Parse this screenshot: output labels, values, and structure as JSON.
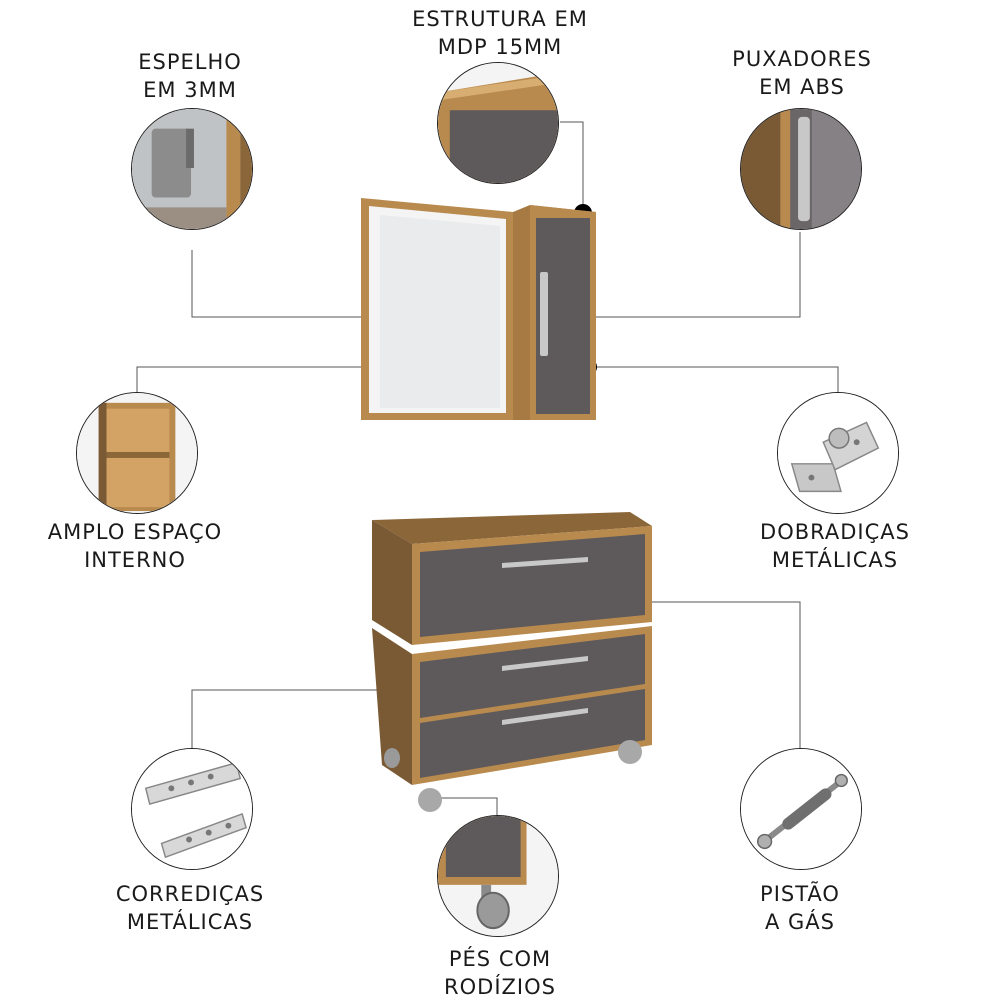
{
  "features": {
    "mirror": {
      "line1": "ESPELHO",
      "line2": "EM 3MM",
      "icon": "mirror-closeup-icon"
    },
    "frame": {
      "line1": "ESTRUTURA EM",
      "line2": "MDP 15MM",
      "icon": "mdp-corner-icon"
    },
    "handles": {
      "line1": "PUXADORES",
      "line2": "EM ABS",
      "icon": "handle-closeup-icon"
    },
    "interior": {
      "line1": "AMPLO ESPAÇO",
      "line2": "INTERNO",
      "icon": "shelf-interior-icon"
    },
    "hinges": {
      "line1": "DOBRADIÇAS",
      "line2": "METÁLICAS",
      "icon": "metal-hinge-icon"
    },
    "slides": {
      "line1": "CORREDIÇAS",
      "line2": "METÁLICAS",
      "icon": "drawer-slide-icon"
    },
    "casters": {
      "line1": "PÉS COM",
      "line2": "RODÍZIOS",
      "icon": "caster-wheel-icon"
    },
    "piston": {
      "line1": "PISTÃO",
      "line2": "A GÁS",
      "icon": "gas-piston-icon"
    }
  },
  "colors": {
    "wood": "#b98a4e",
    "wood_dark": "#7a5a34",
    "panel": "#5e5a5c",
    "metal": "#c8c8c8",
    "line": "#333333",
    "dot": "#000000"
  }
}
